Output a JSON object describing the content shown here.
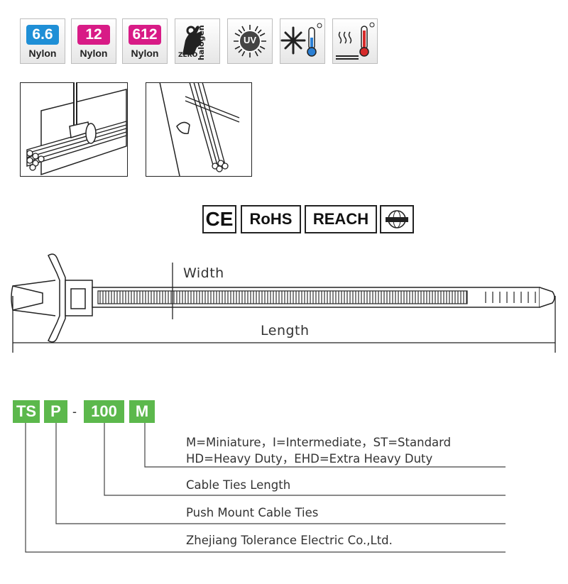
{
  "material_icons": [
    {
      "number": "6.6",
      "label": "Nylon",
      "color": "#1f8fd6"
    },
    {
      "number": "12",
      "label": "Nylon",
      "color": "#d81b86"
    },
    {
      "number": "612",
      "label": "Nylon",
      "color": "#d81b86"
    }
  ],
  "zero_halogen_icon": {
    "zero": "ZERO",
    "halogen": "halogen"
  },
  "uv_icon": {
    "label": "UV"
  },
  "certifications": [
    {
      "name": "ce-mark",
      "text": "CE"
    },
    {
      "name": "rohs",
      "text": "RoHS"
    },
    {
      "name": "reach",
      "text": "REACH"
    },
    {
      "name": "sgs-globe",
      "text": ""
    }
  ],
  "dimensions": {
    "width_label": "Width",
    "length_label": "Length"
  },
  "part_code": {
    "segments": [
      "TS",
      "P",
      "100",
      "M"
    ],
    "separator": "-",
    "color": "#5cb84c"
  },
  "legend": {
    "size_line_1": "M=Miniature，I=Intermediate，ST=Standard",
    "size_line_2": "HD=Heavy Duty，EHD=Extra Heavy Duty",
    "length": "Cable Ties Length",
    "type": "Push Mount Cable Ties",
    "maker": "Zhejiang Tolerance Electric Co.,Ltd."
  }
}
